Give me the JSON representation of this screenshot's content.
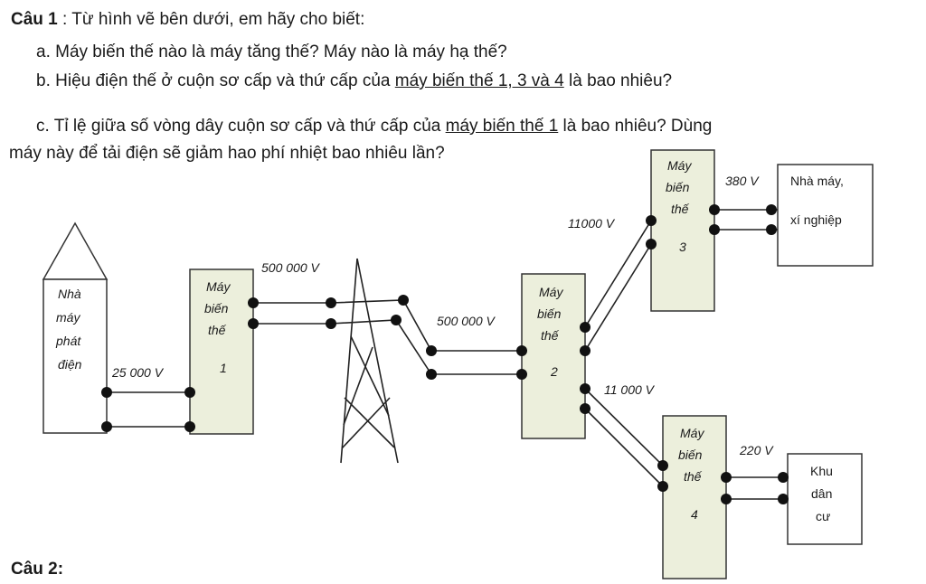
{
  "q1": {
    "head": "Câu 1",
    "intro": " : Từ hình vẽ bên dưới, em hãy cho biết:",
    "a": "a.   Máy biến thế nào là máy tăng thế? Máy nào là máy hạ thế?",
    "b_pre": "b. Hiệu điện thế ở cuộn sơ cấp và thứ cấp của ",
    "b_u": "máy biến thế 1, 3 và 4",
    "b_post": " là bao nhiêu?",
    "c_pre": "c. Tỉ lệ giữa số vòng dây cuộn sơ cấp và thứ cấp của ",
    "c_u": "máy biến thế 1",
    "c_post": " là bao nhiêu? Dùng",
    "c_line2": "máy này để tải điện sẽ giảm hao phí nhiệt bao nhiêu lần?"
  },
  "q2": {
    "head": "Câu 2:"
  },
  "diagram": {
    "plant": [
      "Nhà",
      "máy",
      "phát",
      "điện"
    ],
    "transformer_word": [
      "Máy",
      "biến",
      "thế"
    ],
    "t1": "1",
    "t2": "2",
    "t3": "3",
    "t4": "4",
    "v_25000": "25 000 V",
    "v_500000_a": "500 000 V",
    "v_500000_b": "500 000 V",
    "v_11000_a": "11000 V",
    "v_11000_b": "11 000 V",
    "v_380": "380 V",
    "v_220": "220 V",
    "factory": [
      "Nhà máy,",
      "xí nghiệp"
    ],
    "residential": [
      "Khu",
      "dân",
      "cư"
    ]
  }
}
